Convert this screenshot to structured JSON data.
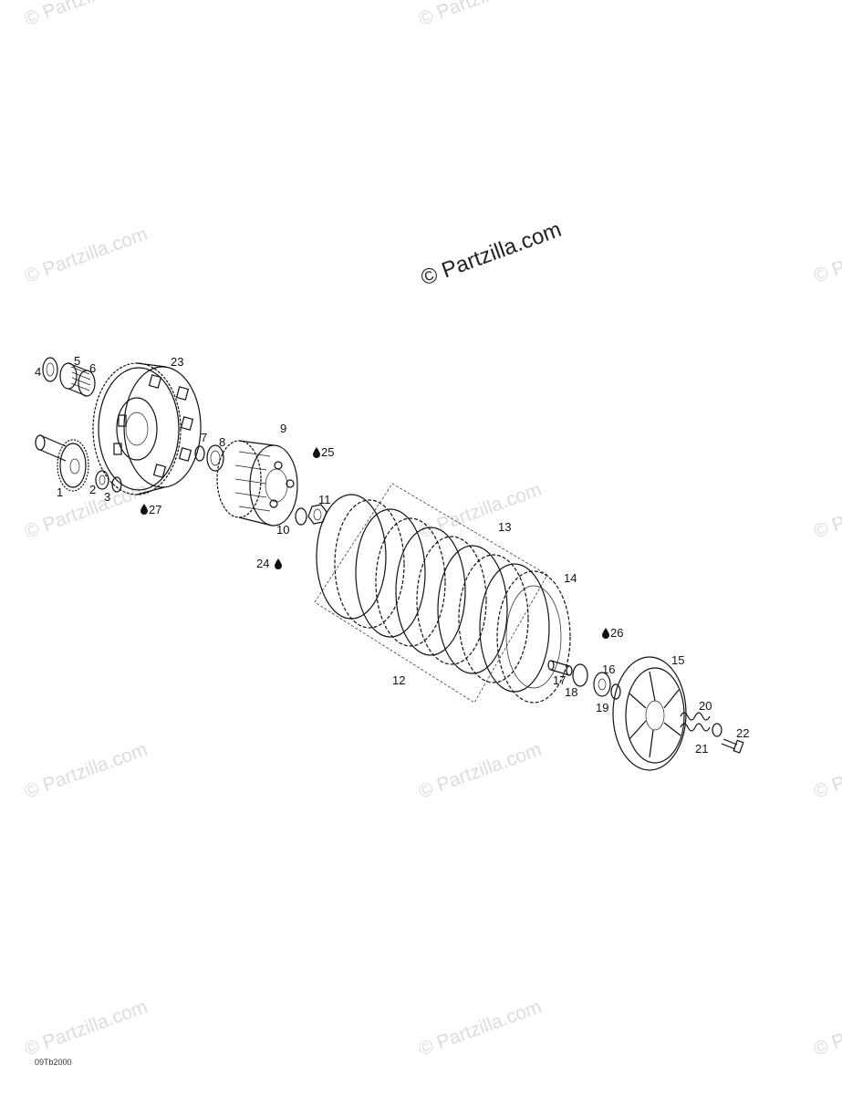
{
  "watermark_main": "© Partzilla.com",
  "watermark_repeat": "© Partzilla.com",
  "diagram_code": "09Tb2000",
  "callouts": [
    "1",
    "2",
    "3",
    "4",
    "5",
    "6",
    "7",
    "8",
    "9",
    "10",
    "11",
    "12",
    "13",
    "14",
    "15",
    "16",
    "17",
    "18",
    "19",
    "20",
    "21",
    "22",
    "23",
    "24",
    "25",
    "26",
    "27"
  ],
  "lubricant_callouts": [
    "24",
    "25",
    "26",
    "27"
  ]
}
